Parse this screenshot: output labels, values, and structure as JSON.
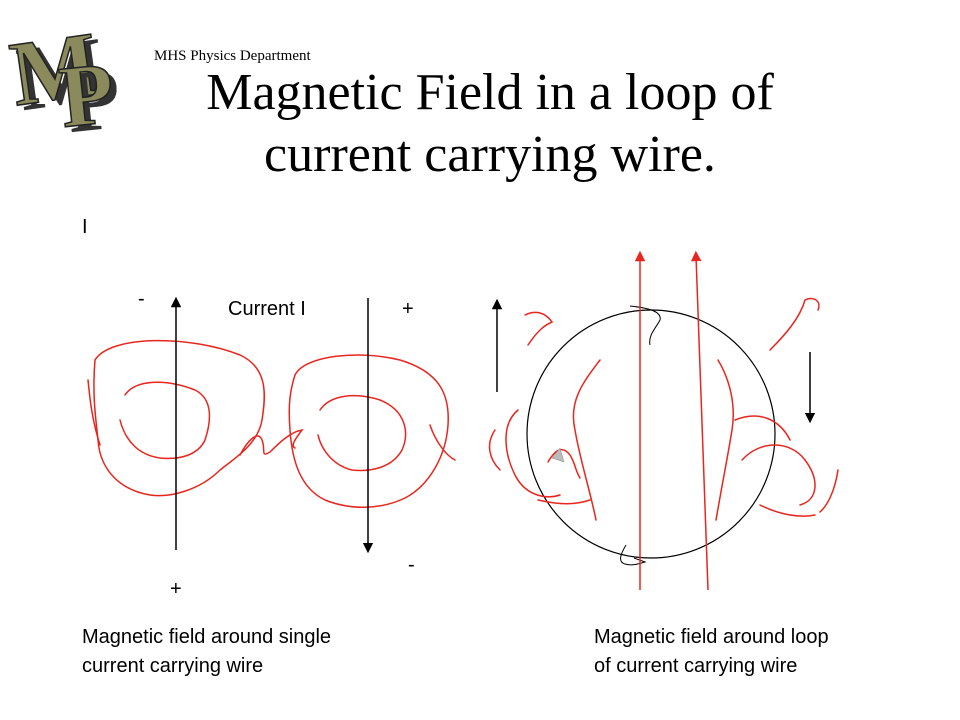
{
  "logo": {
    "text": "MP"
  },
  "header": {
    "department": "MHS Physics Department",
    "title": "Magnetic Field in a loop of current carrying wire."
  },
  "labels": {
    "current_symbol": "I",
    "current_label": "Current I",
    "left_top_sign": "-",
    "left_bottom_sign": "+",
    "right_top_sign": "+",
    "right_bottom_sign": "-"
  },
  "captions": {
    "single_wire": "Magnetic field around single current carrying wire",
    "loop": "Magnetic field around loop of  current carrying wire"
  },
  "colors": {
    "field_lines": "#e8261e",
    "wire": "#000000",
    "logo_fill": "#8a8a5c"
  }
}
